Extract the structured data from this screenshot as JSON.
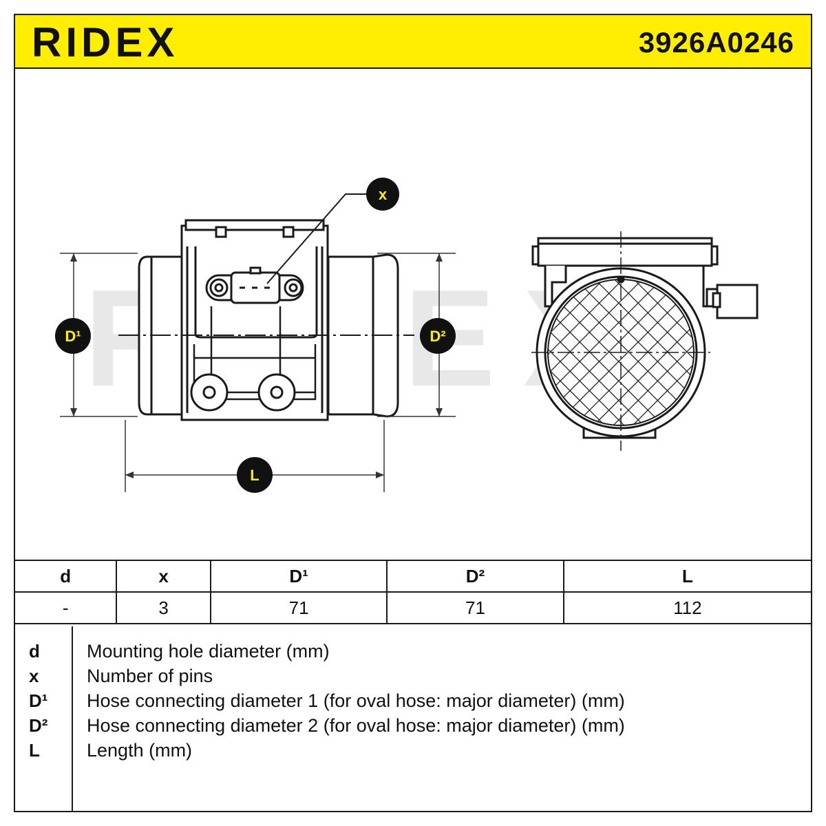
{
  "header": {
    "brand": "RIDEX",
    "part_number": "3926A0246"
  },
  "diagram": {
    "badge_x": "x",
    "badge_d1": "D¹",
    "badge_d2": "D²",
    "badge_l": "L",
    "watermark": "RIDEX"
  },
  "table": {
    "headers": [
      "d",
      "x",
      "D¹",
      "D²",
      "L"
    ],
    "values": [
      "-",
      "3",
      "71",
      "71",
      "112"
    ]
  },
  "legend": [
    {
      "key": "d",
      "desc": "Mounting hole diameter (mm)"
    },
    {
      "key": "x",
      "desc": "Number of pins"
    },
    {
      "key": "D¹",
      "desc": "Hose connecting diameter 1 (for oval hose: major diameter) (mm)"
    },
    {
      "key": "D²",
      "desc": "Hose connecting diameter 2 (for oval hose: major diameter) (mm)"
    },
    {
      "key": "L",
      "desc": "Length (mm)"
    }
  ],
  "colors": {
    "accent": "#ffee00",
    "line": "#1a1a1a",
    "watermark": "#e6e6e6"
  }
}
